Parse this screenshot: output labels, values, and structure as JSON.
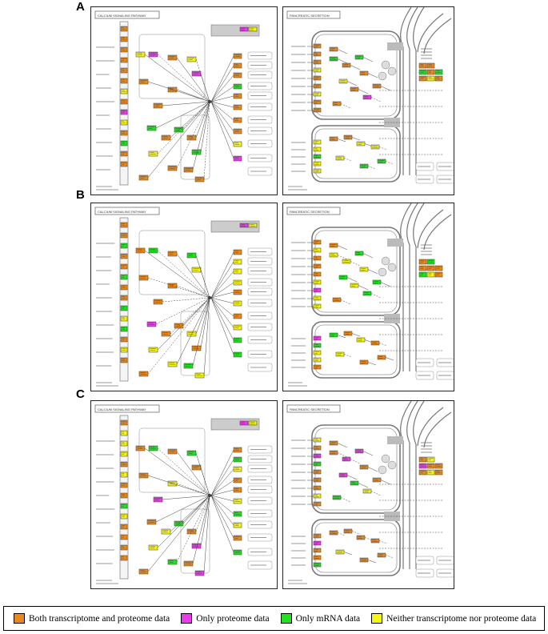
{
  "panels": [
    {
      "letter": "A",
      "left_title": "CALCIUM SIGNALING PATHWAY",
      "right_title": "PANCREATIC SECRETION"
    },
    {
      "letter": "B",
      "left_title": "CALCIUM SIGNALING PATHWAY",
      "right_title": "PANCREATIC SECRETION"
    },
    {
      "letter": "C",
      "left_title": "CALCIUM SIGNALING PATHWAY",
      "right_title": "PANCREATIC SECRETION"
    }
  ],
  "legend": [
    {
      "label": "Both transcriptome and proteome data",
      "color": "#e8891c"
    },
    {
      "label": "Only proteome data",
      "color": "#e83ce8"
    },
    {
      "label": "Only mRNA  data",
      "color": "#22e022"
    },
    {
      "label": "Neither transcriptome nor proteome data",
      "color": "#f5f51a"
    }
  ],
  "colors": {
    "orange": "#e8891c",
    "magenta": "#e83ce8",
    "green": "#22e022",
    "yellow": "#f5f51a",
    "grey": "#bbbbbb",
    "lavender": "#c8c8f0"
  }
}
